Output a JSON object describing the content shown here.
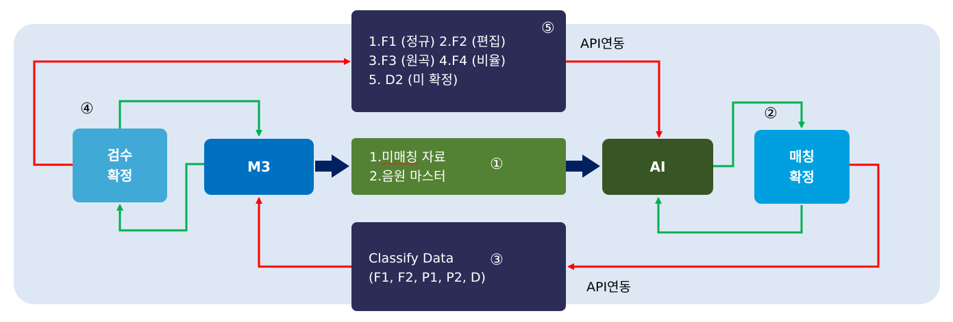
{
  "panel_color": "#dde8f4",
  "colors": {
    "red": "#ff0000",
    "green": "#00b050",
    "navy": "#002060"
  },
  "top_box": {
    "lines": [
      "1.F1 (정규)  2.F2 (편집)",
      "3.F3 (원곡)  4.F4 (비율)",
      "5. D2 (미 확정)"
    ],
    "marker": "⑤"
  },
  "bottom_box": {
    "lines": [
      "Classify Data",
      "(F1, F2, P1, P2, D)"
    ],
    "marker": "③"
  },
  "mid_box": {
    "line1_prefix": "1.",
    "line1_squiggle": "미매칭",
    "line1_rest": " 자료",
    "line2": "2.음원 마스터",
    "marker": "①"
  },
  "inspect_box": {
    "lines": [
      "검수",
      "확정"
    ],
    "marker": "④"
  },
  "m3_box": {
    "label": "M3"
  },
  "ai_box": {
    "label": "AI"
  },
  "match_box": {
    "lines": [
      "매칭",
      "확정"
    ],
    "marker": "②"
  },
  "api_top": "API연동",
  "api_bottom": "API연동"
}
